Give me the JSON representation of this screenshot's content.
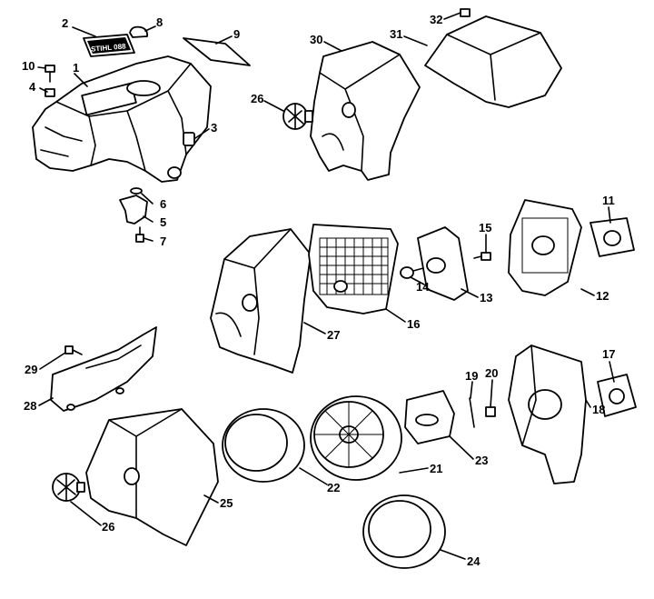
{
  "diagram": {
    "decal_text": "STIHL 088",
    "callouts": [
      {
        "id": "c1",
        "text": "1"
      },
      {
        "id": "c2",
        "text": "2"
      },
      {
        "id": "c3",
        "text": "3"
      },
      {
        "id": "c4",
        "text": "4"
      },
      {
        "id": "c5",
        "text": "5"
      },
      {
        "id": "c6",
        "text": "6"
      },
      {
        "id": "c7",
        "text": "7"
      },
      {
        "id": "c8",
        "text": "8"
      },
      {
        "id": "c9",
        "text": "9"
      },
      {
        "id": "c10",
        "text": "10"
      },
      {
        "id": "c11",
        "text": "11"
      },
      {
        "id": "c12",
        "text": "12"
      },
      {
        "id": "c13",
        "text": "13"
      },
      {
        "id": "c14",
        "text": "14"
      },
      {
        "id": "c15",
        "text": "15"
      },
      {
        "id": "c16",
        "text": "16"
      },
      {
        "id": "c17",
        "text": "17"
      },
      {
        "id": "c18",
        "text": "18"
      },
      {
        "id": "c19",
        "text": "19"
      },
      {
        "id": "c20",
        "text": "20"
      },
      {
        "id": "c21",
        "text": "21"
      },
      {
        "id": "c22",
        "text": "22"
      },
      {
        "id": "c23",
        "text": "23"
      },
      {
        "id": "c24",
        "text": "24"
      },
      {
        "id": "c25",
        "text": "25"
      },
      {
        "id": "c26a",
        "text": "26"
      },
      {
        "id": "c26b",
        "text": "26"
      },
      {
        "id": "c27",
        "text": "27"
      },
      {
        "id": "c28",
        "text": "28"
      },
      {
        "id": "c29",
        "text": "29"
      },
      {
        "id": "c30",
        "text": "30"
      },
      {
        "id": "c31",
        "text": "31"
      },
      {
        "id": "c32",
        "text": "32"
      }
    ]
  }
}
